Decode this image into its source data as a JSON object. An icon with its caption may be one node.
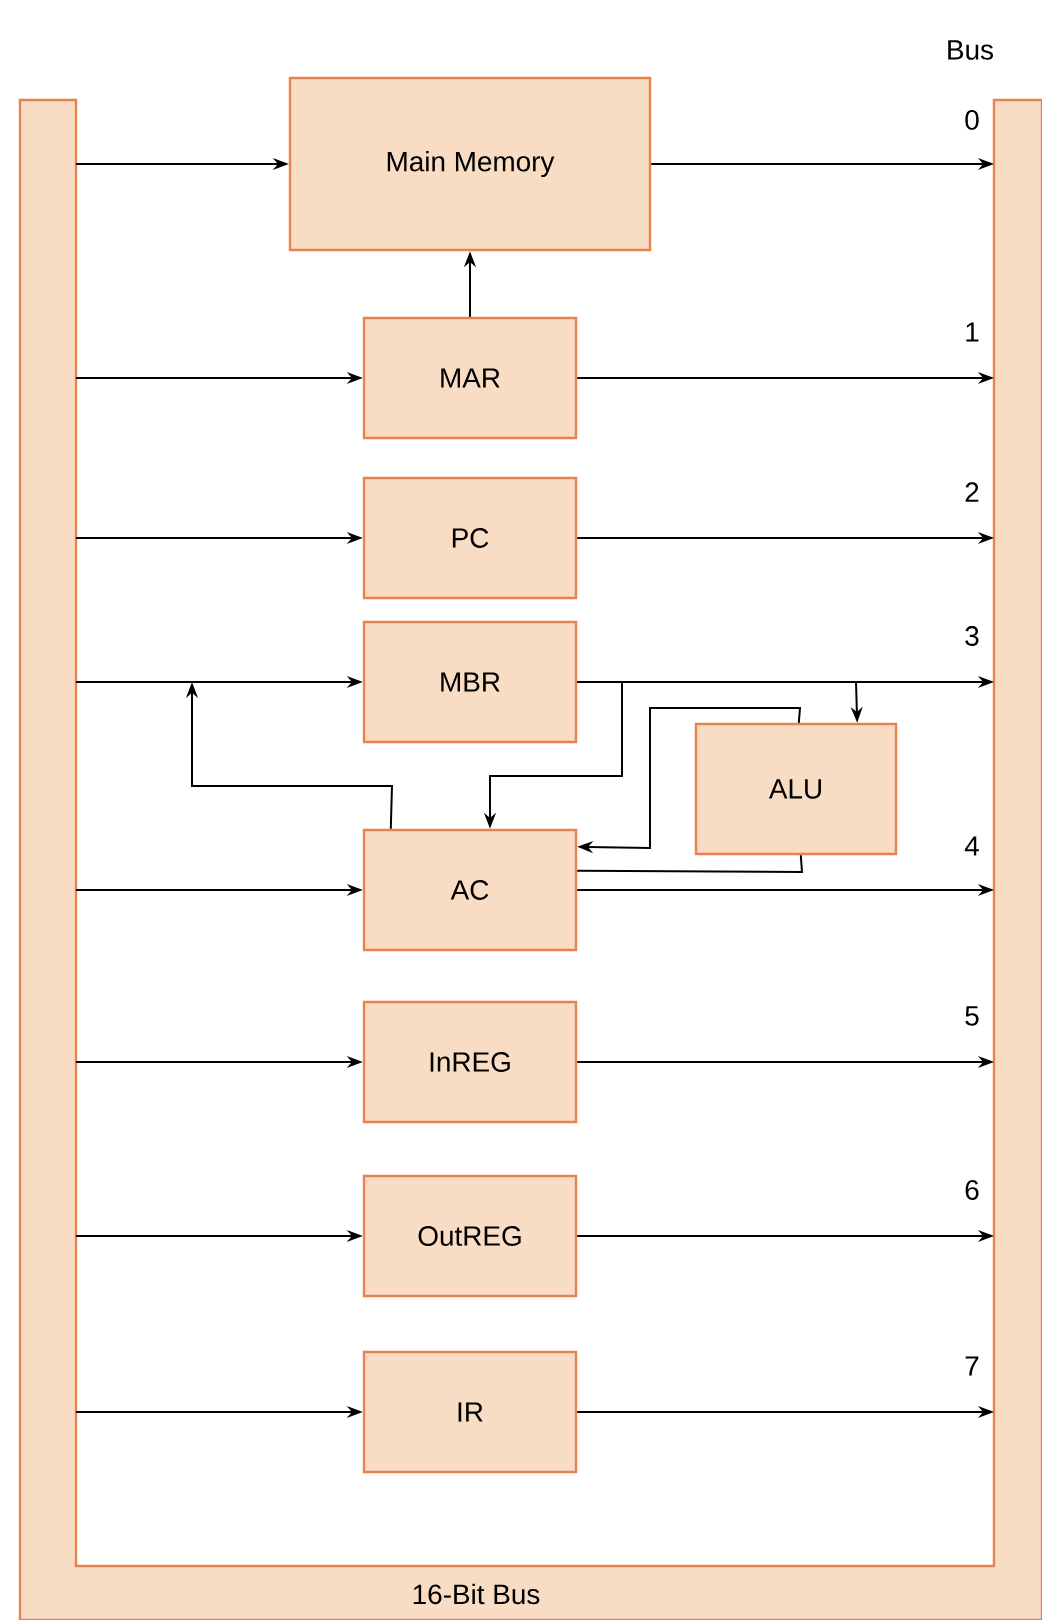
{
  "diagram": {
    "nodes": [
      {
        "text": [
          "16-Bit Bus"
        ]
      },
      {
        "text": [
          "Main Memory"
        ]
      },
      {
        "text": [
          "MAR"
        ]
      },
      {
        "text": [
          "PC"
        ]
      },
      {
        "text": [
          "MBR"
        ]
      },
      {
        "text": [
          "ALU"
        ]
      },
      {
        "text": [
          "AC"
        ]
      },
      {
        "text": [
          "InREG"
        ]
      },
      {
        "text": [
          "OutREG"
        ]
      },
      {
        "text": [
          "IR"
        ]
      }
    ],
    "edges": [
      {
        "from": 0,
        "to": 1,
        "arrow": "to"
      },
      {
        "from": 1,
        "to": 0,
        "arrow": "to"
      },
      {
        "from": 2,
        "to": 1,
        "arrow": "to"
      },
      {
        "from": 0,
        "to": 2,
        "arrow": "to"
      },
      {
        "from": 2,
        "to": 0,
        "arrow": "to"
      },
      {
        "from": 0,
        "to": 3,
        "arrow": "to"
      },
      {
        "from": 3,
        "to": 0,
        "arrow": "to"
      },
      {
        "from": 0,
        "to": 4,
        "arrow": "to"
      },
      {
        "from": 4,
        "to": 0,
        "arrow": "to"
      },
      {
        "from": 4,
        "to": 5,
        "arrow": "to"
      },
      {
        "from": 4,
        "to": 6,
        "arrow": "to"
      },
      {
        "from": 5,
        "to": 6,
        "arrow": "to"
      },
      {
        "from": 6,
        "to": 5,
        "arrow": "none"
      },
      {
        "from": 6,
        "to": null,
        "arrow": "to"
      },
      {
        "from": 0,
        "to": 6,
        "arrow": "to"
      },
      {
        "from": 6,
        "to": 0,
        "arrow": "to"
      },
      {
        "from": 0,
        "to": 7,
        "arrow": "to"
      },
      {
        "from": 7,
        "to": 0,
        "arrow": "to"
      },
      {
        "from": 0,
        "to": 8,
        "arrow": "to"
      },
      {
        "from": 8,
        "to": 0,
        "arrow": "to"
      },
      {
        "from": 0,
        "to": 9,
        "arrow": "to"
      },
      {
        "from": 9,
        "to": 0,
        "arrow": "to"
      }
    ],
    "labels": [
      "Bus",
      "0",
      "1",
      "2",
      "3",
      "4",
      "5",
      "6",
      "7"
    ]
  }
}
